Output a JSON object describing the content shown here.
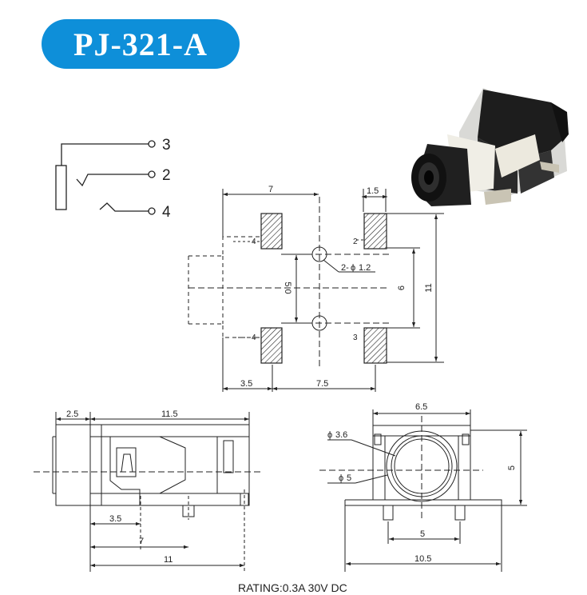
{
  "title": "PJ-321-A",
  "colors": {
    "badge": "#0e8fd9",
    "line": "#222222"
  },
  "schematic": {
    "terminals": [
      "3",
      "2",
      "4"
    ]
  },
  "footprint": {
    "dims": {
      "pad_pitch": "7",
      "pad_width": "1.5",
      "hole_spacing": "5.0",
      "hole_label": "2-",
      "hole_phi": "ϕ",
      "hole_dia": "1.2",
      "inner_span": "6",
      "overall_span": "11",
      "left_offset": "3.5",
      "pad_offset": "7.5"
    },
    "pads": [
      "4",
      "2",
      "4",
      "3"
    ]
  },
  "side_view": {
    "dims": {
      "front": "2.5",
      "body": "11.5",
      "d1": "3.5",
      "d2": "7",
      "d3": "11"
    }
  },
  "front_view": {
    "dims": {
      "width": "6.5",
      "phi_sym": "ϕ",
      "bore": "3.6",
      "outer": "5",
      "height": "5",
      "pin_span": "5",
      "base": "10.5"
    }
  },
  "rating": "RATING:0.3A 30V DC"
}
